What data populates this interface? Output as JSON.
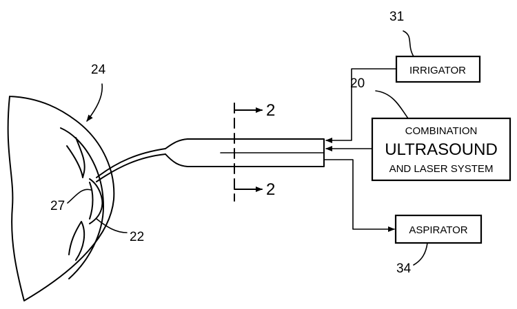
{
  "labels": {
    "eye": "24",
    "lens_capsule": "22",
    "incision": "27",
    "system": "20",
    "irrigator": "31",
    "aspirator": "34",
    "section_top": "2",
    "section_bottom": "2"
  },
  "boxes": {
    "irrigator": "IRRIGATOR",
    "system_line1": "COMBINATION",
    "system_line2": "ULTRASOUND",
    "system_line3": "AND LASER SYSTEM",
    "aspirator": "ASPIRATOR"
  }
}
